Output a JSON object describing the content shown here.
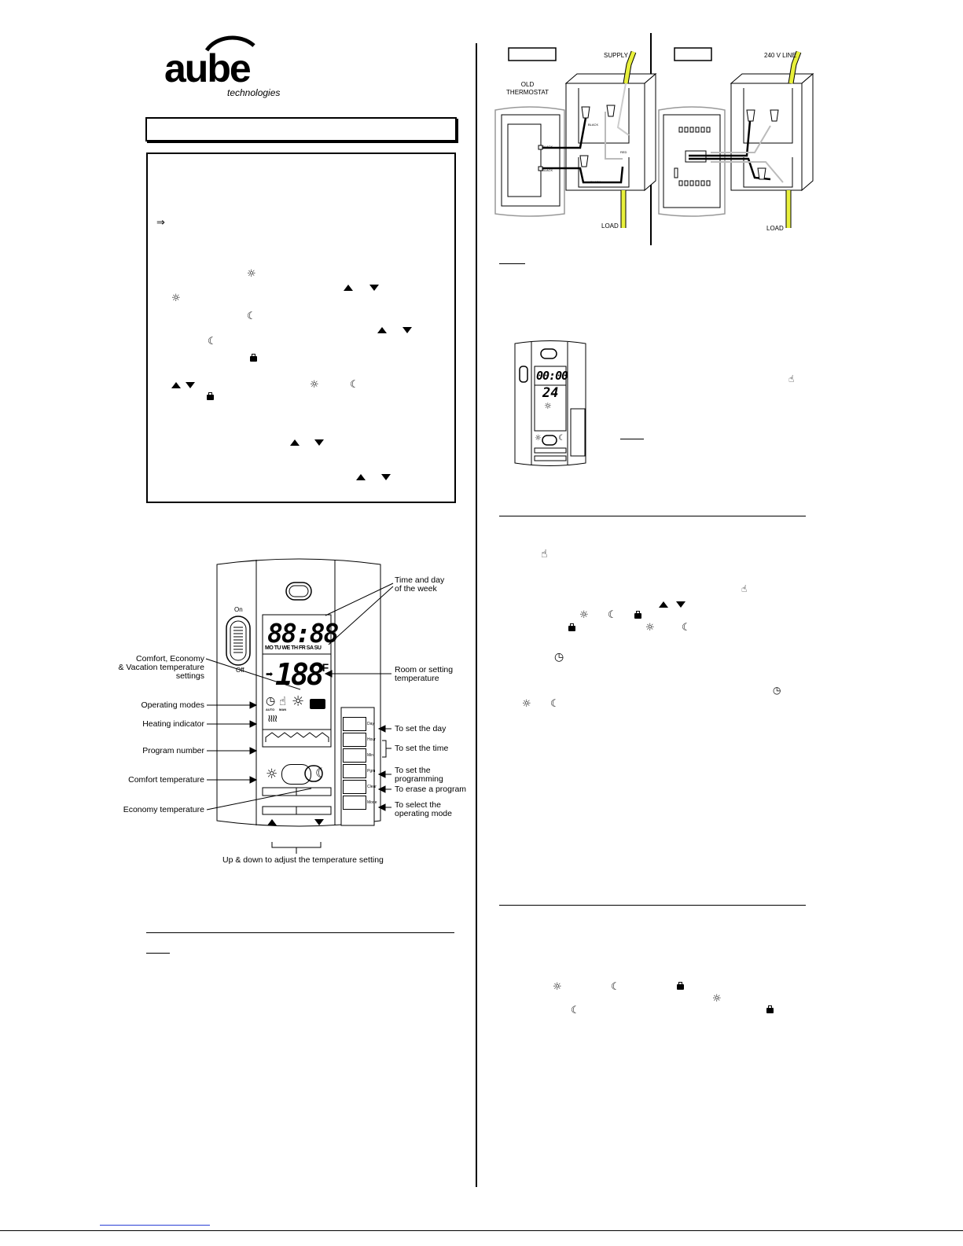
{
  "logo": {
    "word": "aube",
    "tagline": "technologies"
  },
  "labels": {
    "time_day": "Time and day\nof the week",
    "comfort_economy_vacation": "Comfort, Economy\n& Vacation temperature\nsettings",
    "room_setting": "Room or setting\ntemperature",
    "operating_modes": "Operating modes",
    "heating_indicator": "Heating indicator",
    "program_number": "Program number",
    "comfort_temperature": "Comfort temperature",
    "economy_temperature": "Economy temperature",
    "set_day": "To set the day",
    "set_time": "To set the time",
    "set_programming": "To set the\nprogramming",
    "erase_program": "To erase a program",
    "select_mode": "To select the\noperating mode",
    "up_down": "Up & down to adjust the temperature setting"
  },
  "thermostat": {
    "switch_on": "On",
    "switch_off": "Off",
    "clock": "88:88",
    "days": "MO TU WE TH FR SA SU",
    "temp": "188",
    "unit": "°F",
    "mode_auto": "AUTO",
    "mode_man": "MAN",
    "buttons": [
      "Day",
      "Hour",
      "Min",
      "Pgm",
      "Clear",
      "Mode"
    ]
  },
  "wiring": {
    "supply": "SUPPLY",
    "line": "240 V LINE",
    "old_thermostat": "OLD\nTHERMOSTAT",
    "load_left": "LOAD",
    "load_right": "LOAD",
    "black": "BLACK",
    "red": "RED"
  },
  "mini_thermostat": {
    "clock": "00:00",
    "temp": "24"
  }
}
